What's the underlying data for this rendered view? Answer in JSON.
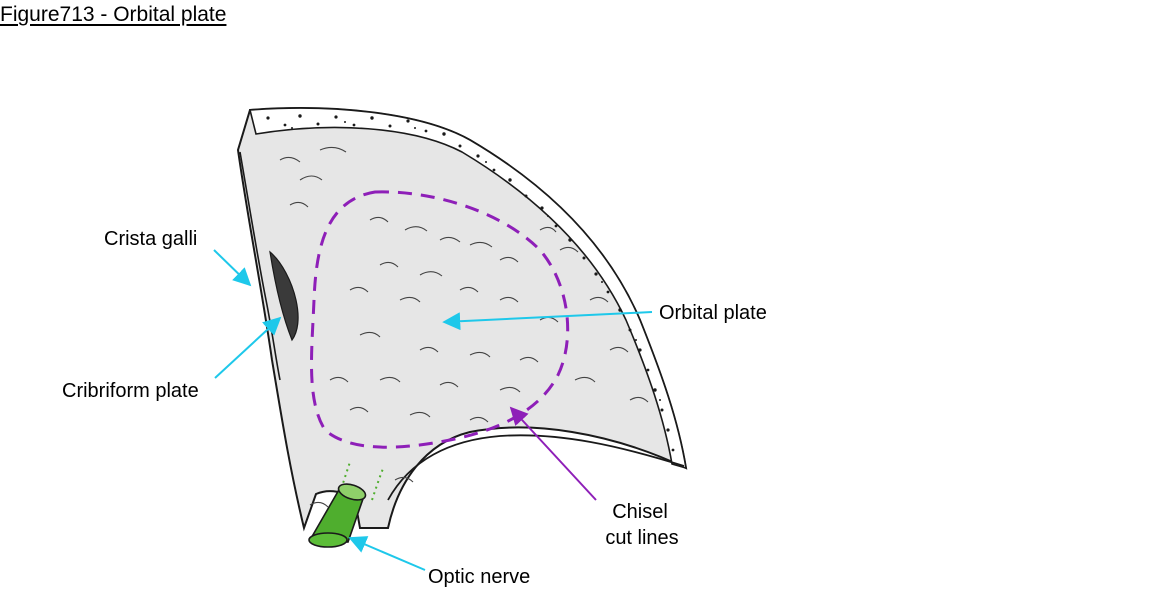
{
  "title": "Figure713 - Orbital plate",
  "labels": {
    "crista_galli": "Crista galli",
    "cribriform_plate": "Cribriform plate",
    "orbital_plate": "Orbital plate",
    "chisel_line1": "Chisel",
    "chisel_line2": "cut lines",
    "optic_nerve": "Optic nerve"
  },
  "colors": {
    "pointer_cyan": "#1ec8ea",
    "cut_line_purple": "#8e1fb8",
    "nerve_green": "#4fae2e",
    "bone_fill": "#e6e6e6"
  }
}
